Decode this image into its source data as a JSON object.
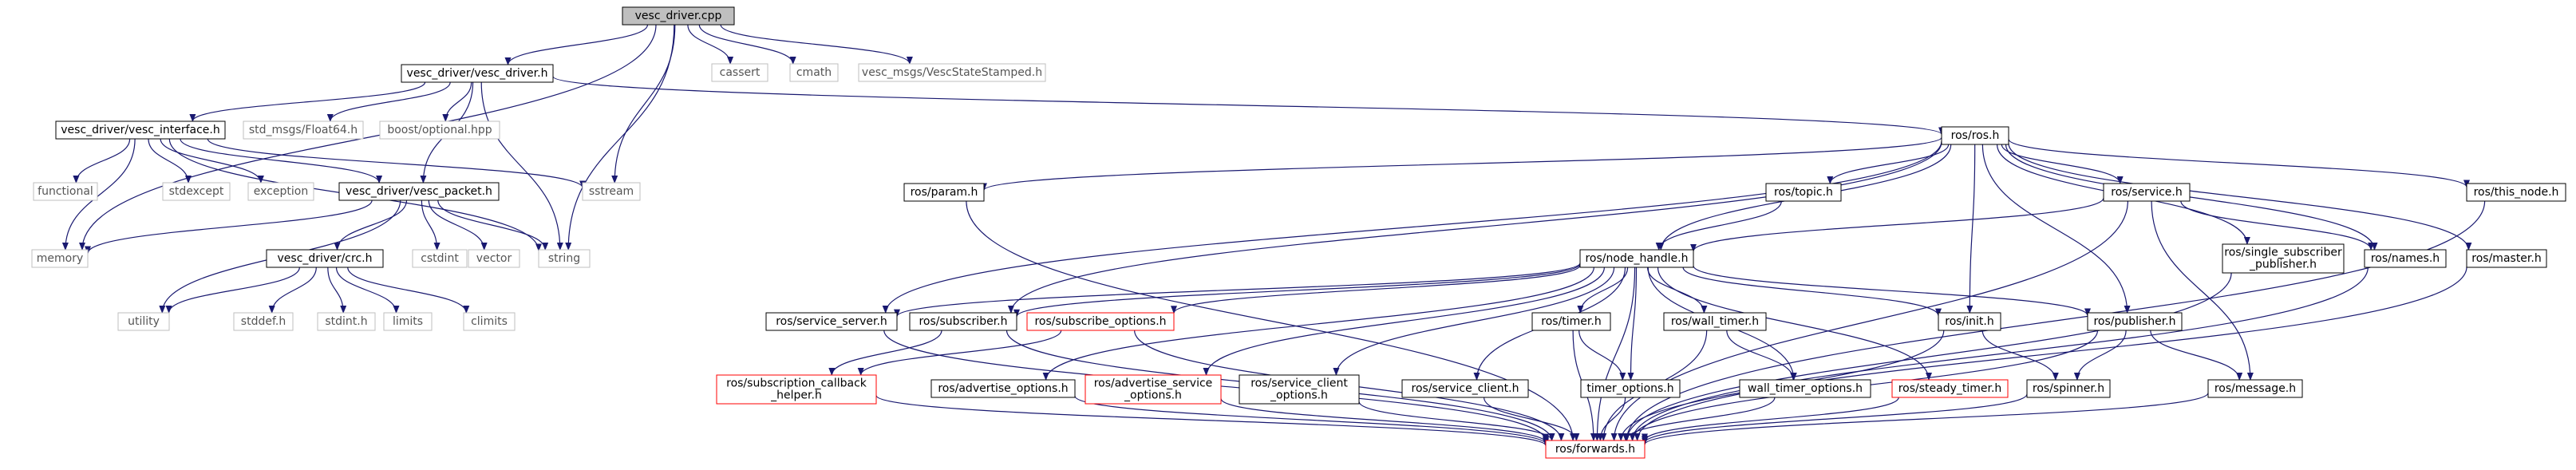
{
  "nodes": [
    {
      "id": "vesc_driver_cpp",
      "label": [
        "vesc_driver.cpp"
      ],
      "style": "root",
      "link": false
    },
    {
      "id": "vesc_driver_h",
      "label": [
        "vesc_driver/vesc_driver.h"
      ],
      "style": "doc",
      "link": true
    },
    {
      "id": "cassert",
      "label": [
        "cassert"
      ],
      "style": "ext",
      "link": false
    },
    {
      "id": "cmath",
      "label": [
        "cmath"
      ],
      "style": "ext",
      "link": false
    },
    {
      "id": "vesc_state_stamped",
      "label": [
        "vesc_msgs/VescStateStamped.h"
      ],
      "style": "ext",
      "link": false
    },
    {
      "id": "vesc_interface_h",
      "label": [
        "vesc_driver/vesc_interface.h"
      ],
      "style": "doc",
      "link": true
    },
    {
      "id": "float64_h",
      "label": [
        "std_msgs/Float64.h"
      ],
      "style": "ext",
      "link": false
    },
    {
      "id": "optional_hpp",
      "label": [
        "boost/optional.hpp"
      ],
      "style": "ext",
      "link": false
    },
    {
      "id": "functional",
      "label": [
        "functional"
      ],
      "style": "ext",
      "link": false
    },
    {
      "id": "stdexcept",
      "label": [
        "stdexcept"
      ],
      "style": "ext",
      "link": false
    },
    {
      "id": "exception",
      "label": [
        "exception"
      ],
      "style": "ext",
      "link": false
    },
    {
      "id": "vesc_packet_h",
      "label": [
        "vesc_driver/vesc_packet.h"
      ],
      "style": "doc",
      "link": true
    },
    {
      "id": "sstream",
      "label": [
        "sstream"
      ],
      "style": "ext",
      "link": false
    },
    {
      "id": "memory",
      "label": [
        "memory"
      ],
      "style": "ext",
      "link": false
    },
    {
      "id": "cstdint",
      "label": [
        "cstdint"
      ],
      "style": "ext",
      "link": false
    },
    {
      "id": "vector",
      "label": [
        "vector"
      ],
      "style": "ext",
      "link": false
    },
    {
      "id": "string",
      "label": [
        "string"
      ],
      "style": "ext",
      "link": false
    },
    {
      "id": "crc_h",
      "label": [
        "vesc_driver/crc.h"
      ],
      "style": "doc",
      "link": true
    },
    {
      "id": "utility",
      "label": [
        "utility"
      ],
      "style": "ext",
      "link": false
    },
    {
      "id": "stddef_h",
      "label": [
        "stddef.h"
      ],
      "style": "ext",
      "link": false
    },
    {
      "id": "stdint_h",
      "label": [
        "stdint.h"
      ],
      "style": "ext",
      "link": false
    },
    {
      "id": "limits",
      "label": [
        "limits"
      ],
      "style": "ext",
      "link": false
    },
    {
      "id": "climits",
      "label": [
        "climits"
      ],
      "style": "ext",
      "link": false
    },
    {
      "id": "ros_h",
      "label": [
        "ros/ros.h"
      ],
      "style": "doc",
      "link": true
    },
    {
      "id": "param_h",
      "label": [
        "ros/param.h"
      ],
      "style": "doc",
      "link": true
    },
    {
      "id": "topic_h",
      "label": [
        "ros/topic.h"
      ],
      "style": "doc",
      "link": true
    },
    {
      "id": "service_h",
      "label": [
        "ros/service.h"
      ],
      "style": "doc",
      "link": true
    },
    {
      "id": "this_node_h",
      "label": [
        "ros/this_node.h"
      ],
      "style": "doc",
      "link": true
    },
    {
      "id": "node_handle_h",
      "label": [
        "ros/node_handle.h"
      ],
      "style": "doc",
      "link": true
    },
    {
      "id": "single_subscriber_publisher_h",
      "label": [
        "ros/single_subscriber",
        "_publisher.h"
      ],
      "style": "doc",
      "link": true
    },
    {
      "id": "names_h",
      "label": [
        "ros/names.h"
      ],
      "style": "doc",
      "link": true
    },
    {
      "id": "master_h",
      "label": [
        "ros/master.h"
      ],
      "style": "doc",
      "link": true
    },
    {
      "id": "service_server_h",
      "label": [
        "ros/service_server.h"
      ],
      "style": "doc",
      "link": true
    },
    {
      "id": "subscriber_h",
      "label": [
        "ros/subscriber.h"
      ],
      "style": "doc",
      "link": true
    },
    {
      "id": "subscribe_options_h",
      "label": [
        "ros/subscribe_options.h"
      ],
      "style": "red",
      "link": true
    },
    {
      "id": "timer_h",
      "label": [
        "ros/timer.h"
      ],
      "style": "doc",
      "link": true
    },
    {
      "id": "wall_timer_h",
      "label": [
        "ros/wall_timer.h"
      ],
      "style": "doc",
      "link": true
    },
    {
      "id": "init_h",
      "label": [
        "ros/init.h"
      ],
      "style": "doc",
      "link": true
    },
    {
      "id": "publisher_h",
      "label": [
        "ros/publisher.h"
      ],
      "style": "doc",
      "link": true
    },
    {
      "id": "subscription_callback_helper_h",
      "label": [
        "ros/subscription_callback",
        "_helper.h"
      ],
      "style": "red",
      "link": true
    },
    {
      "id": "advertise_options_h",
      "label": [
        "ros/advertise_options.h"
      ],
      "style": "doc",
      "link": true
    },
    {
      "id": "advertise_service_options_h",
      "label": [
        "ros/advertise_service",
        "_options.h"
      ],
      "style": "red",
      "link": true
    },
    {
      "id": "service_client_options_h",
      "label": [
        "ros/service_client",
        "_options.h"
      ],
      "style": "doc",
      "link": true
    },
    {
      "id": "service_client_h",
      "label": [
        "ros/service_client.h"
      ],
      "style": "doc",
      "link": true
    },
    {
      "id": "timer_options_h",
      "label": [
        "timer_options.h"
      ],
      "style": "doc",
      "link": true
    },
    {
      "id": "wall_timer_options_h",
      "label": [
        "wall_timer_options.h"
      ],
      "style": "doc",
      "link": true
    },
    {
      "id": "steady_timer_h",
      "label": [
        "ros/steady_timer.h"
      ],
      "style": "red",
      "link": true
    },
    {
      "id": "spinner_h",
      "label": [
        "ros/spinner.h"
      ],
      "style": "doc",
      "link": true
    },
    {
      "id": "message_h",
      "label": [
        "ros/message.h"
      ],
      "style": "doc",
      "link": true
    },
    {
      "id": "forwards_h",
      "label": [
        "ros/forwards.h"
      ],
      "style": "red",
      "link": true
    }
  ],
  "edges": [
    [
      "vesc_driver_cpp",
      "vesc_driver_h"
    ],
    [
      "vesc_driver_cpp",
      "cassert"
    ],
    [
      "vesc_driver_cpp",
      "cmath"
    ],
    [
      "vesc_driver_cpp",
      "vesc_state_stamped"
    ],
    [
      "vesc_driver_cpp",
      "memory"
    ],
    [
      "vesc_driver_cpp",
      "sstream"
    ],
    [
      "vesc_driver_cpp",
      "string"
    ],
    [
      "vesc_driver_h",
      "vesc_interface_h"
    ],
    [
      "vesc_driver_h",
      "float64_h"
    ],
    [
      "vesc_driver_h",
      "optional_hpp"
    ],
    [
      "vesc_driver_h",
      "vesc_packet_h"
    ],
    [
      "vesc_driver_h",
      "ros_h"
    ],
    [
      "vesc_driver_h",
      "string"
    ],
    [
      "vesc_interface_h",
      "functional"
    ],
    [
      "vesc_interface_h",
      "stdexcept"
    ],
    [
      "vesc_interface_h",
      "exception"
    ],
    [
      "vesc_interface_h",
      "memory"
    ],
    [
      "vesc_interface_h",
      "vesc_packet_h"
    ],
    [
      "vesc_interface_h",
      "sstream"
    ],
    [
      "vesc_interface_h",
      "string"
    ],
    [
      "vesc_packet_h",
      "memory"
    ],
    [
      "vesc_packet_h",
      "cstdint"
    ],
    [
      "vesc_packet_h",
      "vector"
    ],
    [
      "vesc_packet_h",
      "string"
    ],
    [
      "vesc_packet_h",
      "crc_h"
    ],
    [
      "vesc_packet_h",
      "utility"
    ],
    [
      "crc_h",
      "utility"
    ],
    [
      "crc_h",
      "stddef_h"
    ],
    [
      "crc_h",
      "stdint_h"
    ],
    [
      "crc_h",
      "limits"
    ],
    [
      "crc_h",
      "climits"
    ],
    [
      "ros_h",
      "param_h"
    ],
    [
      "ros_h",
      "topic_h"
    ],
    [
      "ros_h",
      "service_h"
    ],
    [
      "ros_h",
      "this_node_h"
    ],
    [
      "ros_h",
      "node_handle_h"
    ],
    [
      "ros_h",
      "single_subscriber_publisher_h"
    ],
    [
      "ros_h",
      "names_h"
    ],
    [
      "ros_h",
      "master_h"
    ],
    [
      "ros_h",
      "init_h"
    ],
    [
      "ros_h",
      "publisher_h"
    ],
    [
      "ros_h",
      "service_server_h"
    ],
    [
      "ros_h",
      "subscriber_h"
    ],
    [
      "param_h",
      "forwards_h"
    ],
    [
      "topic_h",
      "node_handle_h"
    ],
    [
      "service_h",
      "node_handle_h"
    ],
    [
      "service_h",
      "names_h"
    ],
    [
      "service_h",
      "message_h"
    ],
    [
      "service_h",
      "forwards_h"
    ],
    [
      "this_node_h",
      "forwards_h"
    ],
    [
      "single_subscriber_publisher_h",
      "forwards_h"
    ],
    [
      "names_h",
      "forwards_h"
    ],
    [
      "master_h",
      "forwards_h"
    ],
    [
      "node_handle_h",
      "service_server_h"
    ],
    [
      "node_handle_h",
      "subscriber_h"
    ],
    [
      "node_handle_h",
      "subscribe_options_h"
    ],
    [
      "node_handle_h",
      "advertise_options_h"
    ],
    [
      "node_handle_h",
      "advertise_service_options_h"
    ],
    [
      "node_handle_h",
      "service_client_options_h"
    ],
    [
      "node_handle_h",
      "service_client_h"
    ],
    [
      "node_handle_h",
      "timer_h"
    ],
    [
      "node_handle_h",
      "timer_options_h"
    ],
    [
      "node_handle_h",
      "wall_timer_h"
    ],
    [
      "node_handle_h",
      "wall_timer_options_h"
    ],
    [
      "node_handle_h",
      "steady_timer_h"
    ],
    [
      "node_handle_h",
      "init_h"
    ],
    [
      "node_handle_h",
      "publisher_h"
    ],
    [
      "node_handle_h",
      "forwards_h"
    ],
    [
      "service_server_h",
      "forwards_h"
    ],
    [
      "subscriber_h",
      "subscription_callback_helper_h"
    ],
    [
      "subscriber_h",
      "forwards_h"
    ],
    [
      "subscribe_options_h",
      "subscription_callback_helper_h"
    ],
    [
      "subscribe_options_h",
      "forwards_h"
    ],
    [
      "subscription_callback_helper_h",
      "forwards_h"
    ],
    [
      "advertise_options_h",
      "forwards_h"
    ],
    [
      "advertise_service_options_h",
      "forwards_h"
    ],
    [
      "service_client_options_h",
      "forwards_h"
    ],
    [
      "service_client_h",
      "forwards_h"
    ],
    [
      "timer_h",
      "timer_options_h"
    ],
    [
      "timer_h",
      "forwards_h"
    ],
    [
      "timer_options_h",
      "forwards_h"
    ],
    [
      "wall_timer_h",
      "wall_timer_options_h"
    ],
    [
      "wall_timer_h",
      "forwards_h"
    ],
    [
      "wall_timer_options_h",
      "forwards_h"
    ],
    [
      "steady_timer_h",
      "forwards_h"
    ],
    [
      "init_h",
      "spinner_h"
    ],
    [
      "init_h",
      "forwards_h"
    ],
    [
      "publisher_h",
      "message_h"
    ],
    [
      "publisher_h",
      "spinner_h"
    ],
    [
      "publisher_h",
      "forwards_h"
    ],
    [
      "message_h",
      "forwards_h"
    ],
    [
      "spinner_h",
      "forwards_h"
    ]
  ],
  "colors": {
    "edge": "#191970",
    "root_fill": "#bfbfbf",
    "node_border": "#000000",
    "ext_border": "#bfbfbf",
    "ext_text": "#555555",
    "red_border": "#ff0000",
    "text": "#000000"
  }
}
